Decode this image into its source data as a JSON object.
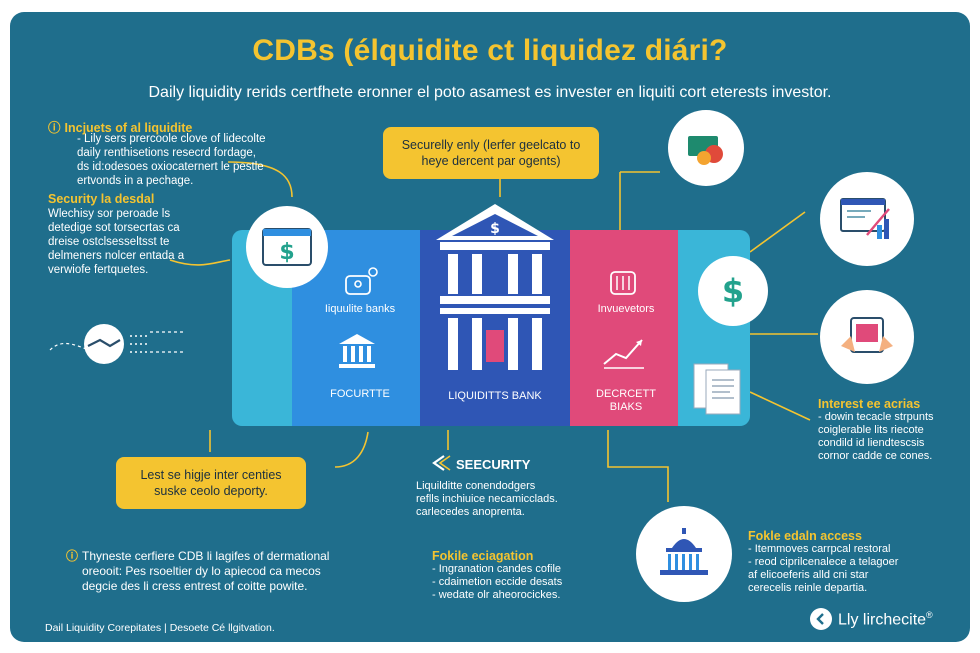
{
  "title": "CDBs (élquidite ct liquidez diári?",
  "subtitle": "Daily liquidity rerids certfhete eronner el poto asamest es invester en liquiti cort eterests investor.",
  "left_top": {
    "header": "Incjuets of al liquidite",
    "bullet": "ⓘ",
    "lines": [
      "- Lily sers prercoole clove of lidecolte",
      "daily renthisetions resecrd fordage,",
      "ds id:odesoes oxiocaternert le pestle",
      "ertvonds in a pechage."
    ]
  },
  "left_security": {
    "header": "Security la desdal",
    "lines": [
      "Wlechisy sor peroade ls",
      "detedige sot torsecrtas ca",
      "dreise ostclsesseltsst te",
      "delmeners nolcer entada a",
      "verwiofe fertquetes."
    ]
  },
  "callout_top": "Securelly enly (lerfer geelcato to heye dercent par ogents)",
  "callout_left": "Lest se higje inter centies suske ceolo deporty.",
  "left_bottom": {
    "bullet": "ⓘ",
    "lines": [
      "Thyneste cerfiere CDB li lagifes of dermational",
      "oreooit: Pes rsoeltier dy lo apiecod ca mecos",
      "degcie des li cress entrest of coitte powite."
    ]
  },
  "band": {
    "left_top_label": "Iiquulite banks",
    "left_bottom_label": "FOCURTTE",
    "mid_label": "LIQUIDITTS BANK",
    "right_top_label": "Invuevetors",
    "right_bottom_label": "DECRCETT BIAKS"
  },
  "security": {
    "header": "SEECURITY",
    "lines": [
      "Liquilditte conendodgers",
      "reflls inchiuice necamicclads.",
      "carlecedes anoprenta."
    ]
  },
  "fokle_mid": {
    "header": "Fokile eciagation",
    "lines": [
      "- Ingranation candes cofile",
      "- cdaimetion eccide desats",
      "- wedate olr aheorocickes."
    ]
  },
  "interest": {
    "header": "Interest ee acrias",
    "lines": [
      "- dowin tecacle strpunts",
      "coiglerable lits riecote",
      "condild id liendtescsis",
      "cornor cadde ce cones."
    ]
  },
  "fokle_right": {
    "header": "Fokle edaln access",
    "lines": [
      "- Itemmoves carrpcal restoral",
      "- reod ciprilcenalece a telagoer",
      "af elicoeferis alld cni star",
      "cerecelis reinle departia."
    ]
  },
  "footer": "Dail Liquidity Corepitates | Desoete Cé llgitvation.",
  "logo": "Lly lirchecite",
  "registered": "®",
  "colors": {
    "background": "#1f6e8c",
    "accent": "#f4c430",
    "band": "#3ab6d8",
    "panel_left": "#2f8fe0",
    "panel_mid": "#2f56b5",
    "panel_right": "#e04a7a"
  },
  "icons": [
    "dollar-browser-icon",
    "handshake-icon",
    "coins-icon",
    "chart-screen-icon",
    "dollar-coin-icon",
    "tablet-hands-icon",
    "documents-icon",
    "capitol-building-icon",
    "bank-icon",
    "lock-icon",
    "piggy-bank-icon",
    "growth-chart-icon",
    "security-icon",
    "logo-icon"
  ]
}
